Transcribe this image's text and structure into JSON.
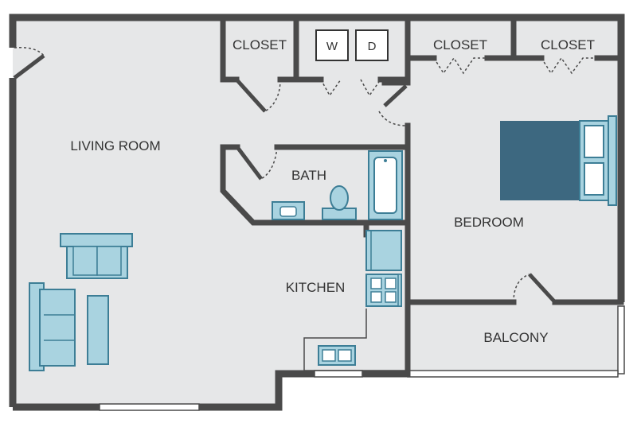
{
  "colors": {
    "floor": "#e6e7e8",
    "wall": "#4a4a4a",
    "fixture_fill": "#a9d3e0",
    "fixture_stroke": "#3d7e96",
    "bed_fill": "#3d6880",
    "door_dash": "#4a4a4a",
    "label": "#333333"
  },
  "rooms": {
    "living_room": "LIVING ROOM",
    "bath": "BATH",
    "kitchen": "KITCHEN",
    "bedroom": "BEDROOM",
    "balcony": "BALCONY",
    "closet_hall": "CLOSET",
    "closet_bedroom_1": "CLOSET",
    "closet_bedroom_2": "CLOSET"
  },
  "appliances": {
    "washer": "W",
    "dryer": "D"
  },
  "icons": [
    "bed-icon",
    "sofa-icon",
    "loveseat-icon",
    "coffee-table-icon",
    "toilet-icon",
    "bathtub-icon",
    "bath-sink-icon",
    "refrigerator-icon",
    "stove-icon",
    "kitchen-sink-icon",
    "washer-icon",
    "dryer-icon"
  ]
}
